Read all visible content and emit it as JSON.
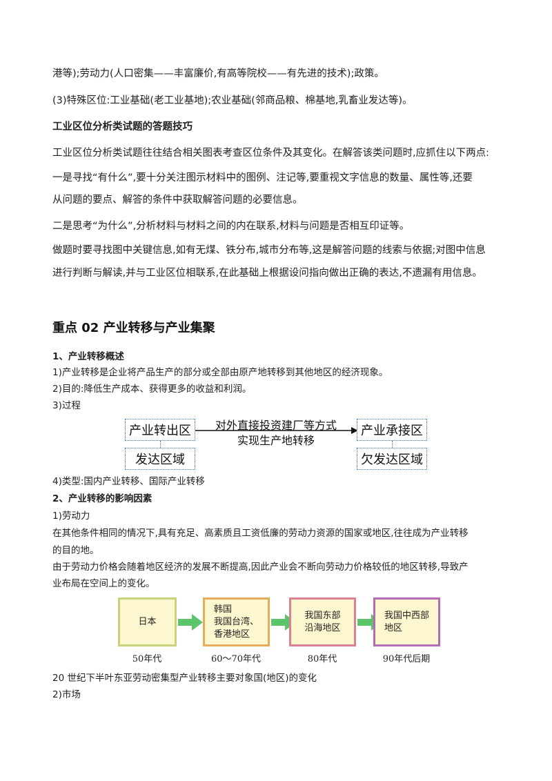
{
  "paragraphs": {
    "p1": "港等);劳动力(人口密集——丰富廉价,有高等院校——有先进的技术);政策。",
    "p2": "(3)特殊区位:工业基础(老工业基地);农业基础(邻商品粮、棉基地,乳畜业发达等)。",
    "h_skill": "工业区位分析类试题的答题技巧",
    "p3": "工业区位分析类试题往往结合相关图表考查区位条件及其变化。在解答该类问题时,应抓住以下两点:",
    "p4a": "一是寻找“有什么”,要十分关注图示材料中的图例、注记等,要重视文字信息的数量、属性等,还要",
    "p4b": "从问题的要点、解答的条件中获取解答问题的必要信息。",
    "p5": "二是思考“为什么”,分析材料与材料之间的内在联系,材料与问题是否相互印证等。",
    "p6a": "做题时要寻找图中关键信息,如有无煤、铁分布,城市分布等,这是解答问题的线索与依据;对图中信息",
    "p6b": "进行判断与解读,并与工业区位相联系,在此基础上根据设问指向做出正确的表达,不遗漏有用信息。"
  },
  "section": {
    "title": "重点 02  产业转移与产业集聚",
    "sub1": "1、产业转移概述",
    "s1_1": "1)产业转移是企业将产品生产的部分或全部由原产地转移到其他地区的经济现象。",
    "s1_2": "2)目的:降低生产成本、获得更多的收益和利润。",
    "s1_3": "3)过程",
    "s1_4": "4)类型:国内产业转移、国际产业转移",
    "sub2": "2、产业转移的影响因素",
    "s2_1": "1)劳动力",
    "s2_2a": "在其他条件相同的情况下,具有充足、高素质且工资低廉的劳动力资源的国家或地区,往往成为产业转移",
    "s2_2b": "的目的地。",
    "s2_3a": "由于劳动力价格会随着地区经济的发展不断提高,因此产业会不断向劳动力价格较低的地区转移,导致产",
    "s2_3b": "业布局在空间上的变化。",
    "caption": "20 世纪下半叶东亚劳动密集型产业转移主要对象国(地区)的变化",
    "s2_4": "2)市场"
  },
  "process_diagram": {
    "out_region": "产业转出区",
    "out_type": "发达区域",
    "arrow_top": "对外直接投资建厂等方式",
    "arrow_bottom": "实现生产地转移",
    "in_region": "产业承接区",
    "in_type": "欠发达区域",
    "line_color": "#3a7bbf"
  },
  "transfer_flow": {
    "stages": [
      {
        "text1": "日本",
        "text2": "",
        "text3": "",
        "period": "50年代"
      },
      {
        "text1": "韩国",
        "text2": "我国台湾、",
        "text3": "香港地区",
        "period": "60～70年代"
      },
      {
        "text1": "我国东部",
        "text2": "沿海地区",
        "text3": "",
        "period": "80年代"
      },
      {
        "text1": "我国中西部",
        "text2": "地区",
        "text3": "",
        "period": "90年代后期"
      }
    ],
    "arrow_color": "#5cc46a",
    "box_fill": "#fdf7cf"
  }
}
